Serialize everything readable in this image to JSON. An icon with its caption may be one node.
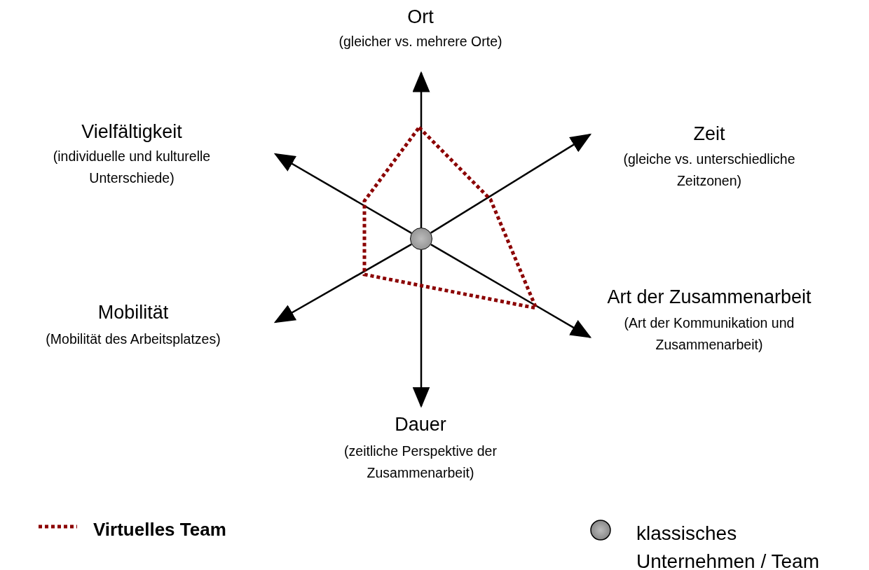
{
  "diagram": {
    "nodes": [
      {
        "text": [
          "Ort",
          "(gleicher vs. mehrere Orte)"
        ]
      },
      {
        "text": [
          "Vielfältigkeit",
          "(individuelle und kulturelle Unterschiede)"
        ]
      },
      {
        "text": [
          "Zeit",
          "(gleiche vs. unterschiedliche Zeitzonen)"
        ]
      },
      {
        "text": [],
        "shape": "circle"
      },
      {
        "text": [
          "Art der Zusammenarbeit",
          "(Art der Kommunikation und Zusammenarbeit)"
        ]
      },
      {
        "text": [
          "Mobilität",
          "(Mobilität des Arbeitsplatzes)"
        ]
      },
      {
        "text": [
          "Dauer",
          "(zeitliche Perspektive der Zusammenarbeit)"
        ]
      }
    ],
    "edges": [
      {
        "from": 3,
        "to": 0,
        "arrow": "to"
      },
      {
        "from": 3,
        "to": 2,
        "arrow": "to"
      },
      {
        "from": 3,
        "to": 4,
        "arrow": "to"
      },
      {
        "from": 3,
        "to": 6,
        "arrow": "to"
      },
      {
        "from": 3,
        "to": 5,
        "arrow": "to"
      },
      {
        "from": 3,
        "to": 1,
        "arrow": "to"
      }
    ],
    "legend": [
      {
        "text": "Virtuelles Team"
      },
      {
        "text": "klassisches Unternehmen / Team"
      }
    ]
  }
}
